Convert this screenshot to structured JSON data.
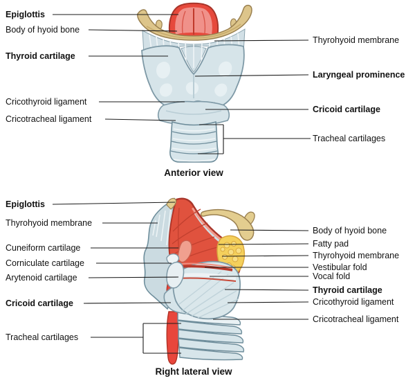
{
  "figure": {
    "title": "Larynx anatomy diagram",
    "anterior": {
      "caption": "Anterior view",
      "labels_left": [
        {
          "text": "Epiglottis",
          "emphasis": "bold"
        },
        {
          "text": "Body of hyoid bone",
          "emphasis": "regular"
        },
        {
          "text": "Thyroid cartilage",
          "emphasis": "bold"
        },
        {
          "text": "Cricothyroid ligament",
          "emphasis": "regular"
        },
        {
          "text": "Cricotracheal ligament",
          "emphasis": "regular"
        }
      ],
      "labels_right": [
        {
          "text": "Thyrohyoid membrane",
          "emphasis": "regular"
        },
        {
          "text": "Laryngeal prominence",
          "emphasis": "bold"
        },
        {
          "text": "Cricoid cartilage",
          "emphasis": "bold"
        },
        {
          "text": "Tracheal cartilages",
          "emphasis": "regular"
        }
      ]
    },
    "lateral": {
      "caption": "Right lateral view",
      "labels_left": [
        {
          "text": "Epiglottis",
          "emphasis": "bold"
        },
        {
          "text": "Thyrohyoid membrane",
          "emphasis": "regular"
        },
        {
          "text": "Cuneiform cartilage",
          "emphasis": "regular"
        },
        {
          "text": "Corniculate cartilage",
          "emphasis": "regular"
        },
        {
          "text": "Arytenoid cartilage",
          "emphasis": "regular"
        },
        {
          "text": "Cricoid cartilage",
          "emphasis": "bold"
        },
        {
          "text": "Tracheal cartilages",
          "emphasis": "regular"
        }
      ],
      "labels_right": [
        {
          "text": "Body of hyoid bone",
          "emphasis": "regular"
        },
        {
          "text": "Fatty pad",
          "emphasis": "regular"
        },
        {
          "text": "Thyrohyoid membrane",
          "emphasis": "regular"
        },
        {
          "text": "Vestibular fold",
          "emphasis": "regular"
        },
        {
          "text": "Vocal fold",
          "emphasis": "regular"
        },
        {
          "text": "Thyroid cartilage",
          "emphasis": "bold"
        },
        {
          "text": "Cricothyroid ligament",
          "emphasis": "regular"
        },
        {
          "text": "Cricotracheal ligament",
          "emphasis": "regular"
        }
      ]
    },
    "colors": {
      "leader_line": "#1a1a1a",
      "label_text": "#111111",
      "cartilage_blue": "#d7e5ea",
      "cartilage_outline": "#7e99a6",
      "membrane_blue": "#d2e0e6",
      "epiglottis_red": "#e6493c",
      "muscle_red": "#e0523e",
      "muscle_red_dark": "#a8352a",
      "hyoid_tan": "#ddc58b",
      "hyoid_outline": "#9a8050",
      "fatty_pad_yellow": "#f4d05c",
      "trachea_membrane_red": "#e8463c"
    }
  }
}
